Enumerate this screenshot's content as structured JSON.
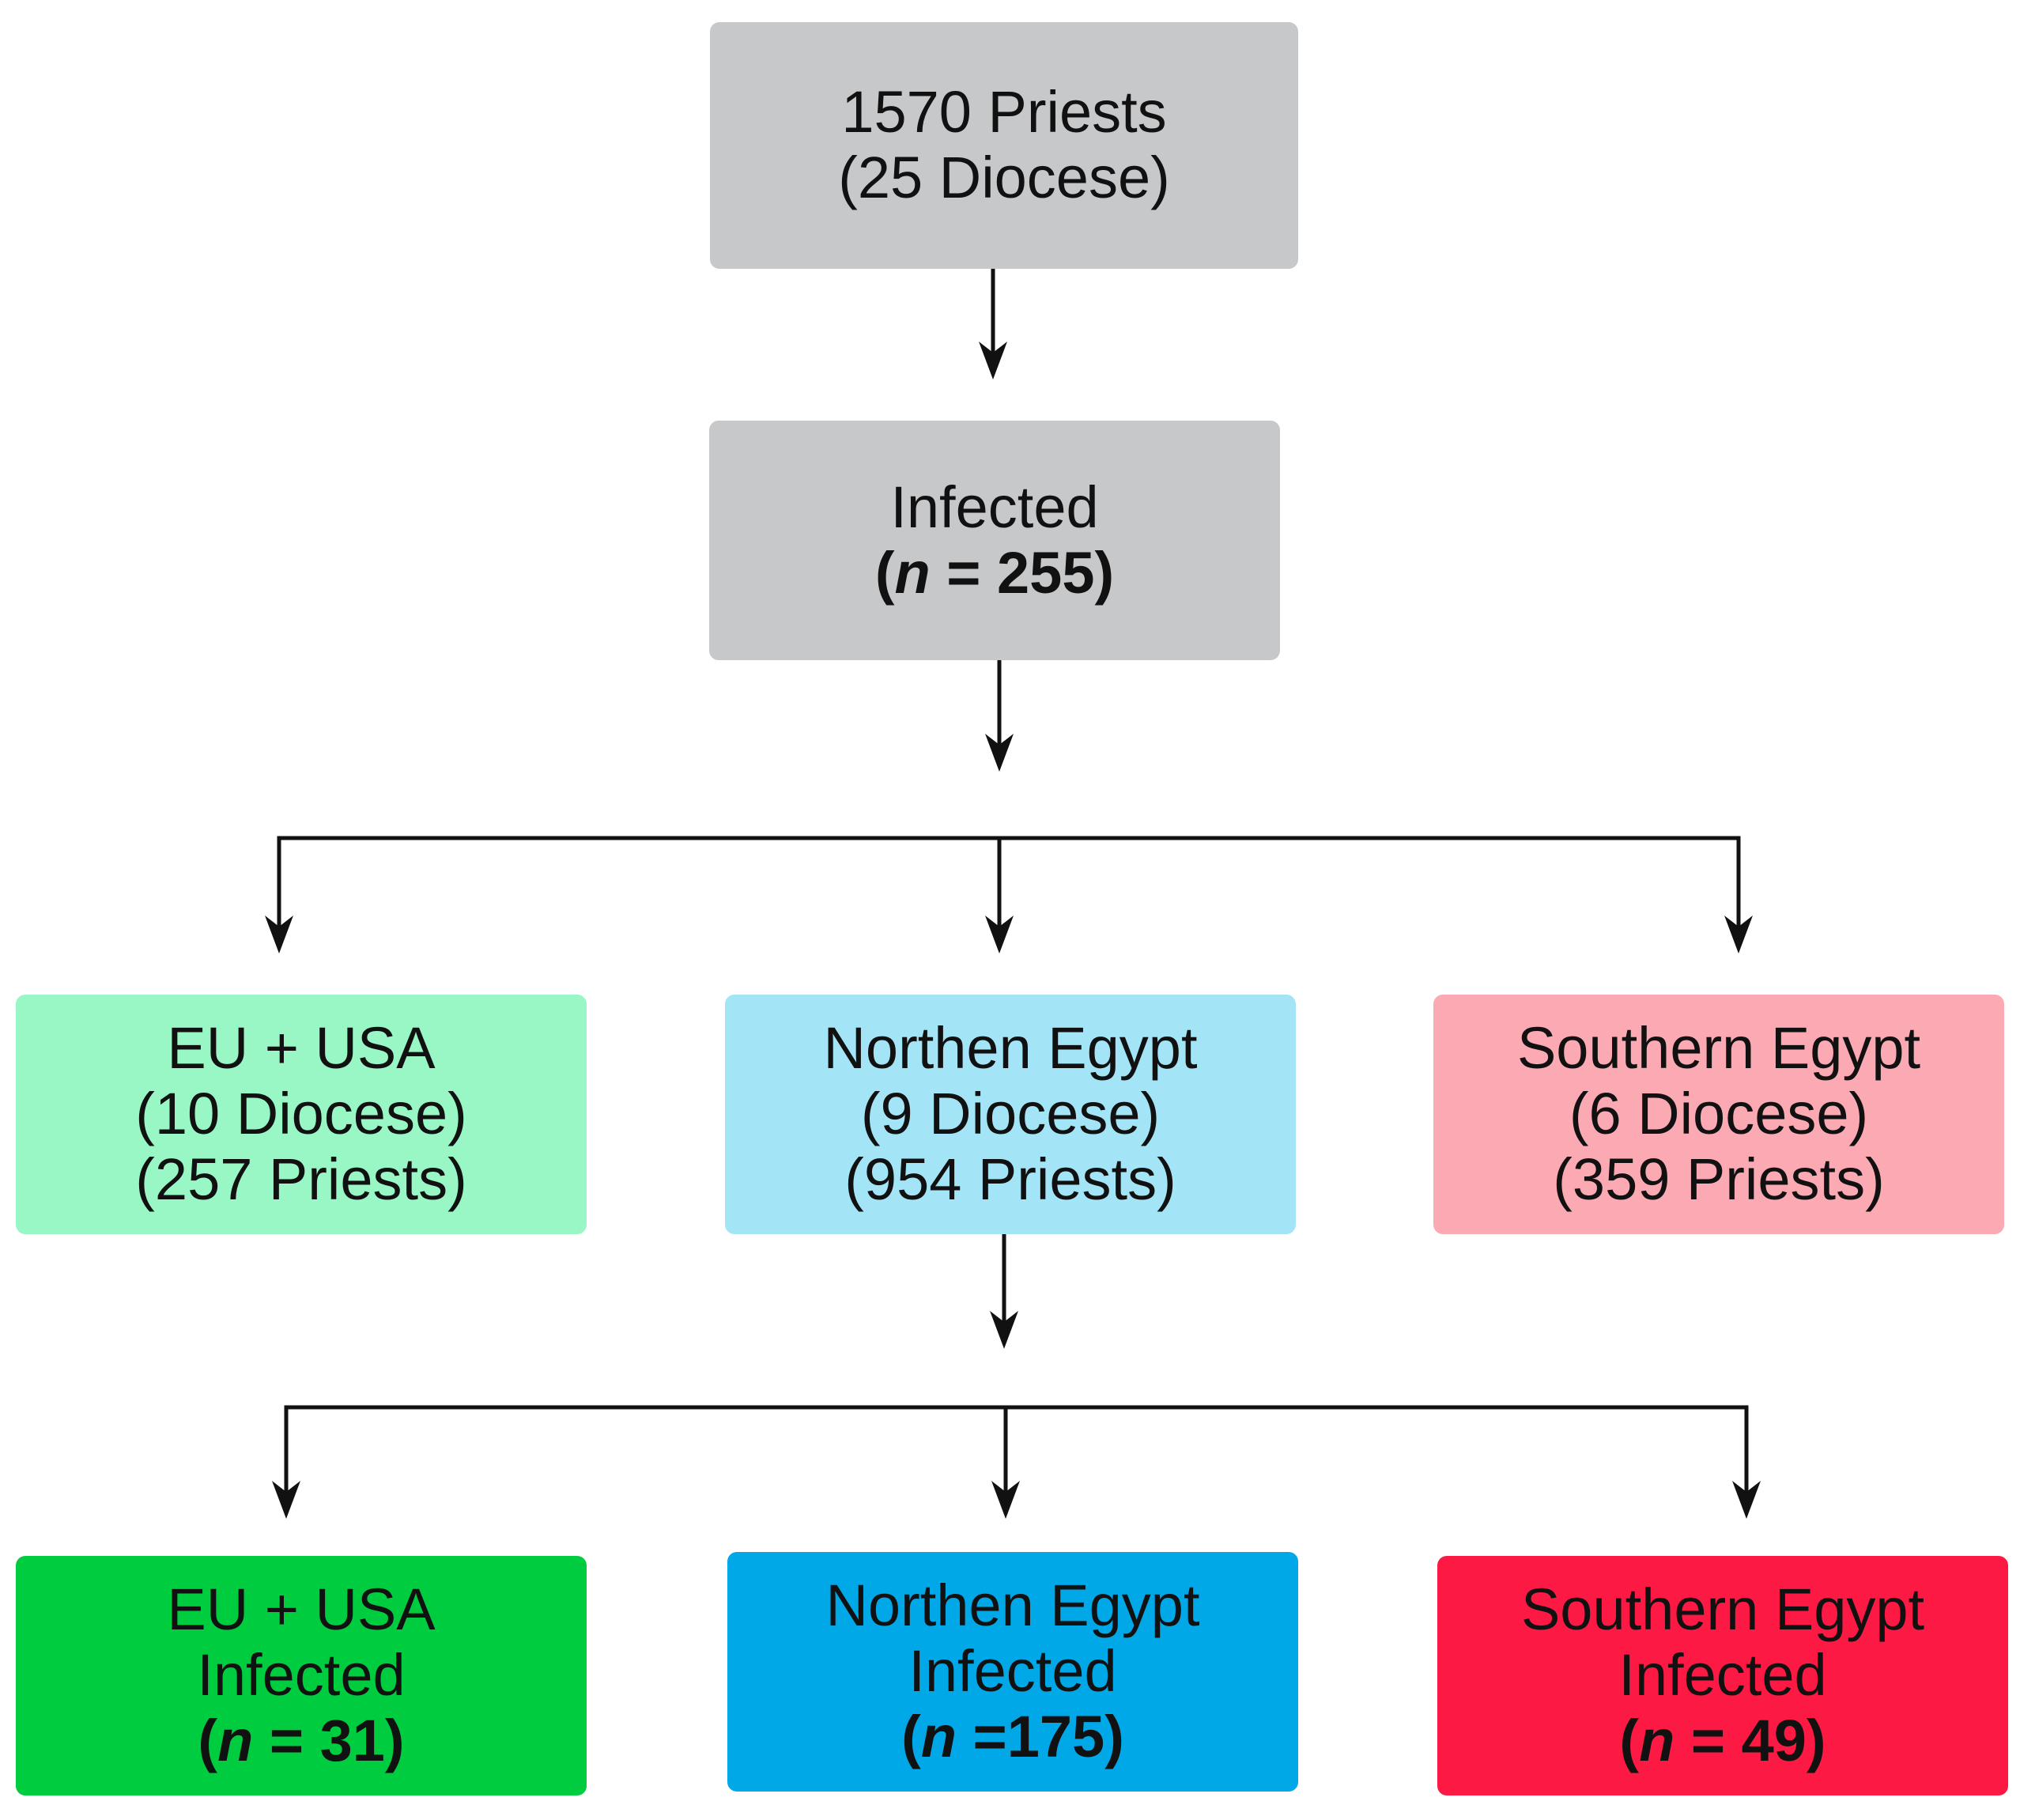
{
  "nodes": {
    "total": {
      "line1": "1570 Priests",
      "line2": "(25 Diocese)"
    },
    "infected": {
      "line1": "Infected",
      "n_var": "n",
      "n_eq": " = ",
      "n_val": "255"
    },
    "eu_usa": {
      "line1": "EU + USA",
      "line2": "(10 Diocese)",
      "line3": "(257 Priests)",
      "color": "#98f7c5"
    },
    "northern": {
      "line1": "Northen Egypt",
      "line2": "(9 Diocese)",
      "line3": "(954 Priests)",
      "color": "#a3e5f7"
    },
    "southern": {
      "line1": "Southern Egypt",
      "line2": "(6 Diocese)",
      "line3": "(359 Priests)",
      "color": "#fba9b3"
    },
    "eu_usa_infected": {
      "line1": "EU + USA",
      "line2": "Infected",
      "n_var": "n",
      "n_eq": " = ",
      "n_val": "31",
      "color": "#00cc3f"
    },
    "northern_infected": {
      "line1": "Northen Egypt",
      "line2": "Infected",
      "n_var": "n",
      "n_eq": " =",
      "n_val": "175",
      "color": "#00a8e7"
    },
    "southern_infected": {
      "line1": "Southern Egypt",
      "line2": "Infected",
      "n_var": "n",
      "n_eq": " = ",
      "n_val": "49",
      "color": "#fc1a45"
    }
  },
  "edges": [
    {
      "from": "total",
      "to": "infected"
    },
    {
      "from": "infected",
      "to": "eu_usa"
    },
    {
      "from": "infected",
      "to": "northern"
    },
    {
      "from": "infected",
      "to": "southern"
    },
    {
      "from": "northern",
      "to": "eu_usa_infected"
    },
    {
      "from": "northern",
      "to": "northern_infected"
    },
    {
      "from": "northern",
      "to": "southern_infected"
    }
  ]
}
